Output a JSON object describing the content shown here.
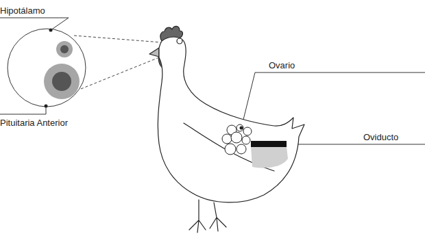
{
  "diagram": {
    "labels": [
      "Hipotálamo",
      "Pituitaria Anterior",
      "Ovario",
      "Oviducto"
    ]
  }
}
